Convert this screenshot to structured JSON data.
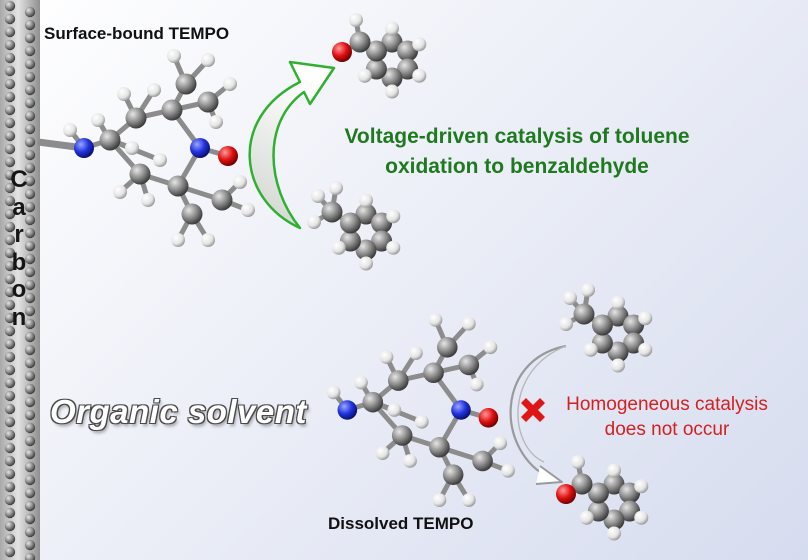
{
  "labels": {
    "surface_bound": "Surface-bound TEMPO",
    "dissolved": "Dissolved TEMPO",
    "catalysis_line1": "Voltage-driven catalysis of toluene",
    "catalysis_line2": "oxidation to benzaldehyde",
    "homogeneous_line1": "Homogeneous catalysis",
    "homogeneous_line2": "does not occur",
    "solvent": "Organic solvent",
    "electrode": [
      "C",
      "a",
      "r",
      "b",
      "o",
      "n"
    ]
  },
  "icons": {
    "no_reaction": "red-x-icon",
    "success_arrow": "green-curved-arrow-icon",
    "fail_arrow": "gray-curved-arrow-icon"
  },
  "colors": {
    "green": "#1f7a1f",
    "red": "#d42020",
    "carbon_atom": "#8a8a8a",
    "hydrogen_atom": "#f2f2f2",
    "nitrogen_atom": "#2233dd",
    "oxygen_atom": "#e01010"
  }
}
